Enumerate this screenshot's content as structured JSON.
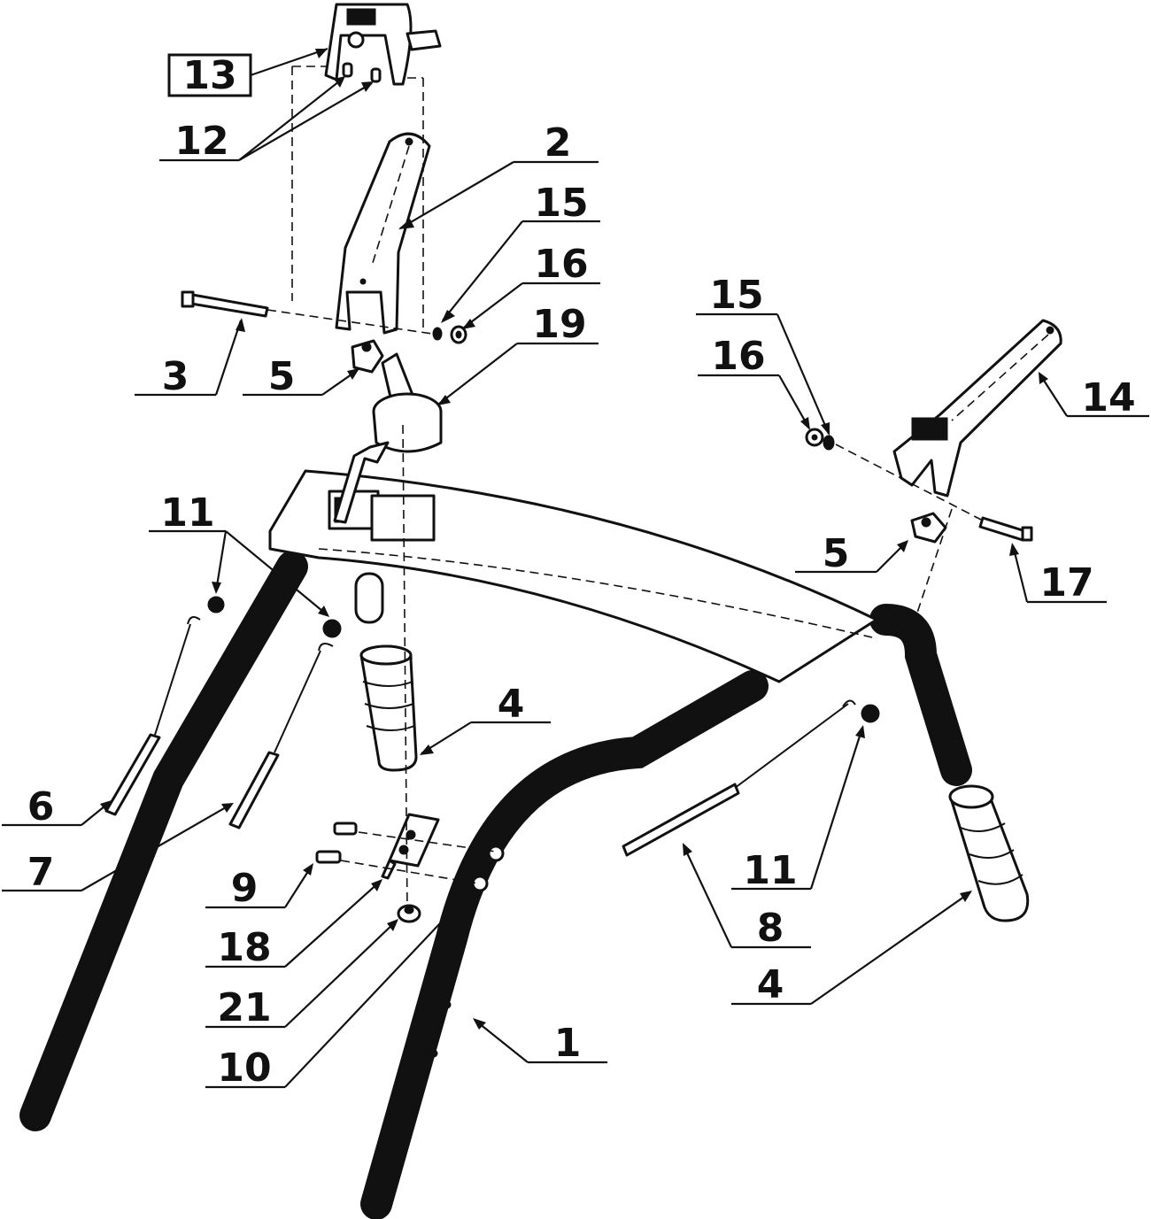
{
  "diagram": {
    "callouts": {
      "c1": "1",
      "c2": "2",
      "c3": "3",
      "c4a": "4",
      "c4b": "4",
      "c5a": "5",
      "c5b": "5",
      "c6": "6",
      "c7": "7",
      "c8": "8",
      "c9": "9",
      "c10": "10",
      "c11a": "11",
      "c11b": "11",
      "c11c": "11",
      "c12": "12",
      "c13": "13",
      "c14": "14",
      "c15a": "15",
      "c15b": "15",
      "c16a": "16",
      "c16b": "16",
      "c17": "17",
      "c18": "18",
      "c19": "19",
      "c21": "21"
    }
  }
}
